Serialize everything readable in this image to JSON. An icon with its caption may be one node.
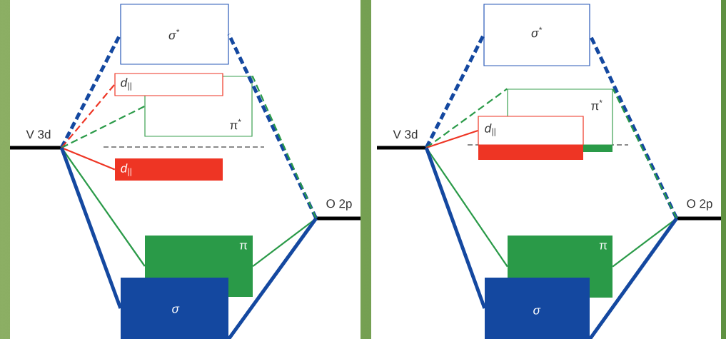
{
  "diagram": {
    "nodes": [
      {
        "text": [
          "V 3d"
        ]
      },
      {
        "text": [
          "O 2p"
        ]
      },
      {
        "text": [
          "*σ*$^{*}$"
        ]
      },
      {
        "text": [
          "*d*$_{||}$"
        ]
      },
      {
        "text": [
          "π$^{*}$"
        ]
      },
      {
        "text": [
          "*d*$_{||}$"
        ]
      },
      {
        "text": [
          "π"
        ]
      },
      {
        "text": [
          "*σ*"
        ]
      },
      {
        "text": [
          "V 3d"
        ]
      },
      {
        "text": [
          "O 2p"
        ]
      },
      {
        "text": [
          "*σ*$^{*}$"
        ]
      },
      {
        "text": [
          "π$^{*}$"
        ]
      },
      {
        "text": [
          "*d*$_{||}$"
        ]
      },
      {
        "text": [],
        "shape": "bar"
      },
      {
        "text": [],
        "shape": "bar"
      },
      {
        "text": [
          "π"
        ]
      },
      {
        "text": [
          "*σ*"
        ]
      }
    ],
    "edges": [
      {
        "from": 0,
        "to": 2,
        "arrow": "none",
        "style": "dashed",
        "color": "#1448a0"
      },
      {
        "from": 1,
        "to": 2,
        "arrow": "none",
        "style": "dashed",
        "color": "#1448a0"
      },
      {
        "from": 0,
        "to": 3,
        "arrow": "none",
        "style": "dashed",
        "color": "#ee3524"
      },
      {
        "from": 0,
        "to": 4,
        "arrow": "none",
        "style": "dashed",
        "color": "#2a9a48"
      },
      {
        "from": 1,
        "to": 4,
        "arrow": "none",
        "style": "dashed",
        "color": "#2a9a48"
      },
      {
        "from": 0,
        "to": 5,
        "arrow": "none",
        "color": "#ee3524"
      },
      {
        "from": 0,
        "to": 6,
        "arrow": "none",
        "color": "#2a9a48"
      },
      {
        "from": 1,
        "to": 6,
        "arrow": "none",
        "color": "#2a9a48"
      },
      {
        "from": 0,
        "to": 7,
        "arrow": "none",
        "style": "thick",
        "color": "#1448a0"
      },
      {
        "from": 1,
        "to": 7,
        "arrow": "none",
        "style": "thick",
        "color": "#1448a0"
      },
      {
        "from": 8,
        "to": 10,
        "arrow": "none",
        "style": "dashed",
        "color": "#1448a0"
      },
      {
        "from": 9,
        "to": 10,
        "arrow": "none",
        "style": "dashed",
        "color": "#1448a0"
      },
      {
        "from": 8,
        "to": 11,
        "arrow": "none",
        "style": "dashed",
        "color": "#2a9a48"
      },
      {
        "from": 9,
        "to": 11,
        "arrow": "none",
        "style": "dashed",
        "color": "#2a9a48"
      },
      {
        "from": 8,
        "to": 12,
        "arrow": "none",
        "color": "#ee3524"
      },
      {
        "from": 8,
        "to": 15,
        "arrow": "none",
        "color": "#2a9a48"
      },
      {
        "from": 9,
        "to": 15,
        "arrow": "none",
        "color": "#2a9a48"
      },
      {
        "from": 8,
        "to": 16,
        "arrow": "none",
        "style": "thick",
        "color": "#1448a0"
      },
      {
        "from": 9,
        "to": 16,
        "arrow": "none",
        "style": "thick",
        "color": "#1448a0"
      }
    ]
  }
}
